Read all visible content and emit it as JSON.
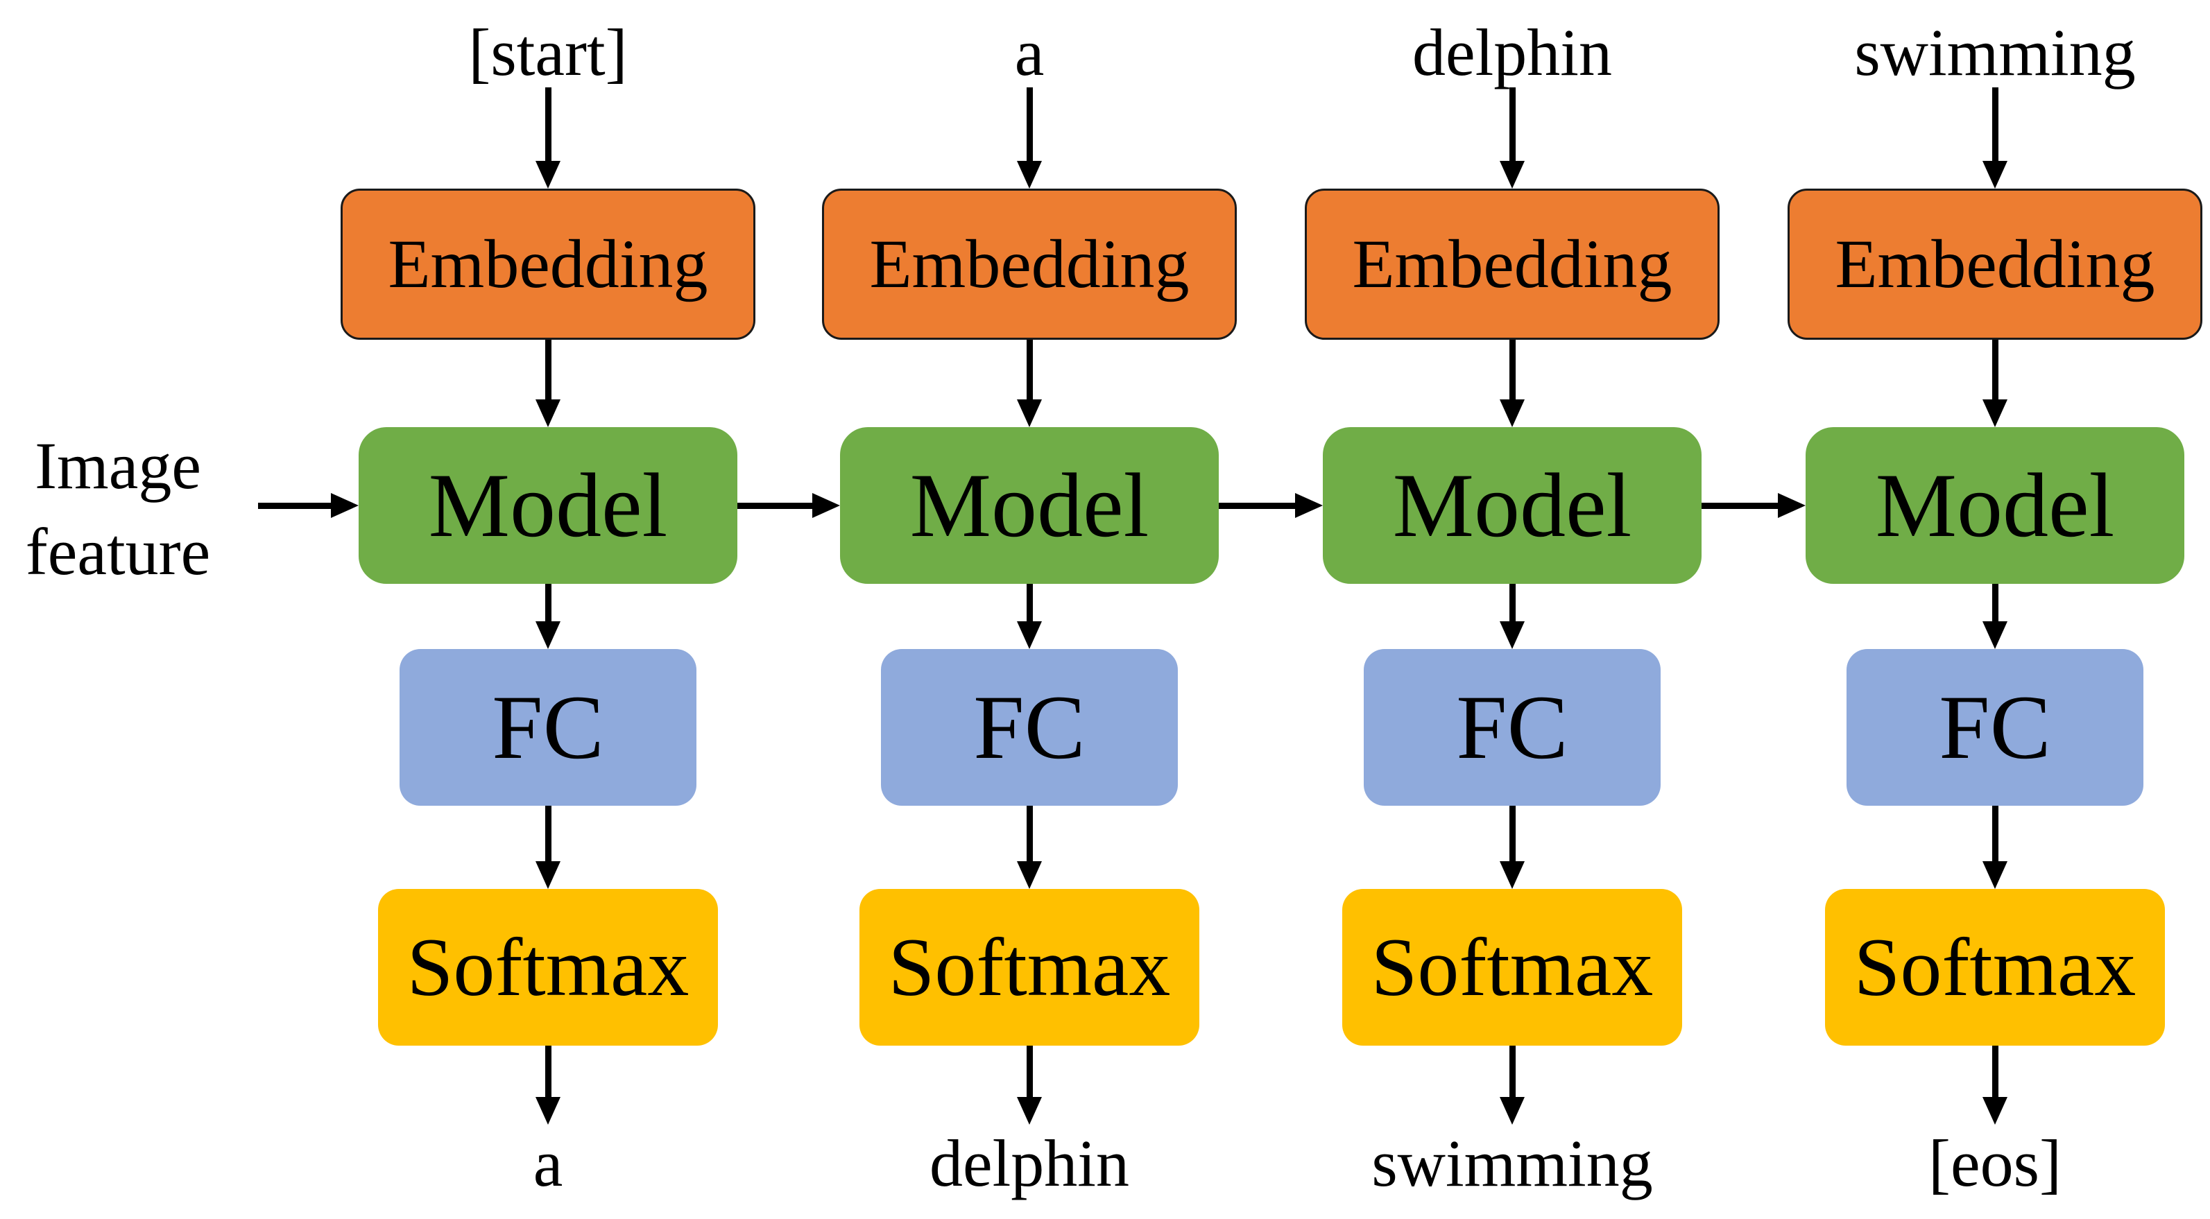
{
  "input_label": {
    "line1": "Image",
    "line2": "feature"
  },
  "colors": {
    "embedding": "#ED7D31",
    "model": "#70AD47",
    "fc": "#8FAADC",
    "softmax": "#FFC000"
  },
  "steps": [
    {
      "input_word": "[start]",
      "embedding_label": "Embedding",
      "model_label": "Model",
      "fc_label": "FC",
      "softmax_label": "Softmax",
      "output_word": "a"
    },
    {
      "input_word": "a",
      "embedding_label": "Embedding",
      "model_label": "Model",
      "fc_label": "FC",
      "softmax_label": "Softmax",
      "output_word": "delphin"
    },
    {
      "input_word": "delphin",
      "embedding_label": "Embedding",
      "model_label": "Model",
      "fc_label": "FC",
      "softmax_label": "Softmax",
      "output_word": "swimming"
    },
    {
      "input_word": "swimming",
      "embedding_label": "Embedding",
      "model_label": "Model",
      "fc_label": "FC",
      "softmax_label": "Softmax",
      "output_word": "[eos]"
    }
  ]
}
